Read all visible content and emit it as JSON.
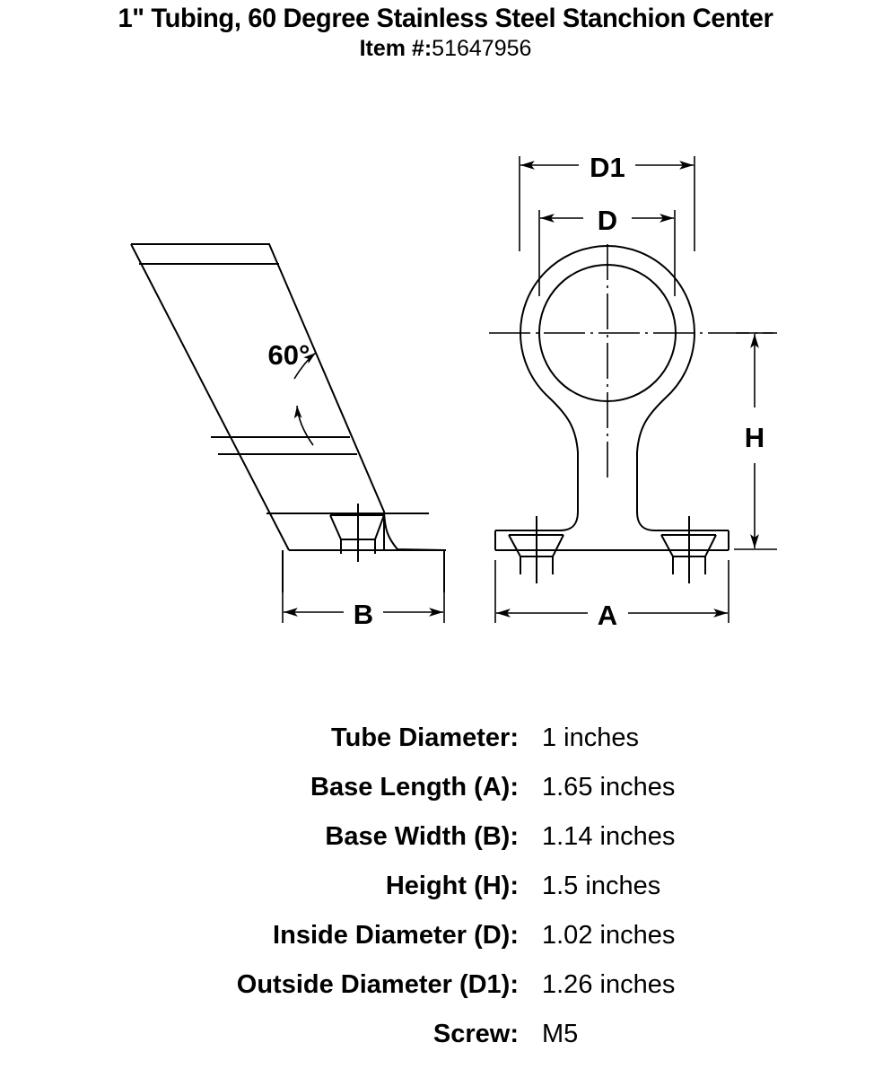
{
  "document": {
    "title": "1\" Tubing, 60 Degree Stainless Steel Stanchion Center",
    "item_label": "Item #:",
    "item_number": "51647956"
  },
  "drawing": {
    "views": {
      "side_view_name": "side-view",
      "front_view_name": "front-view"
    },
    "callouts": {
      "angle": "60°",
      "base_width": "B",
      "base_length": "A",
      "height": "H",
      "inside_diameter": "D",
      "outside_diameter": "D1"
    },
    "line_color": "#000000",
    "background": "#ffffff"
  },
  "specs": {
    "rows": [
      {
        "label": "Tube Diameter:",
        "value": "1 inches"
      },
      {
        "label": "Base Length (A):",
        "value": "1.65 inches"
      },
      {
        "label": "Base Width (B):",
        "value": "1.14 inches"
      },
      {
        "label": "Height (H):",
        "value": "1.5 inches"
      },
      {
        "label": "Inside Diameter (D):",
        "value": "1.02 inches"
      },
      {
        "label": "Outside Diameter (D1):",
        "value": "1.26 inches"
      },
      {
        "label": "Screw:",
        "value": "M5"
      }
    ]
  }
}
